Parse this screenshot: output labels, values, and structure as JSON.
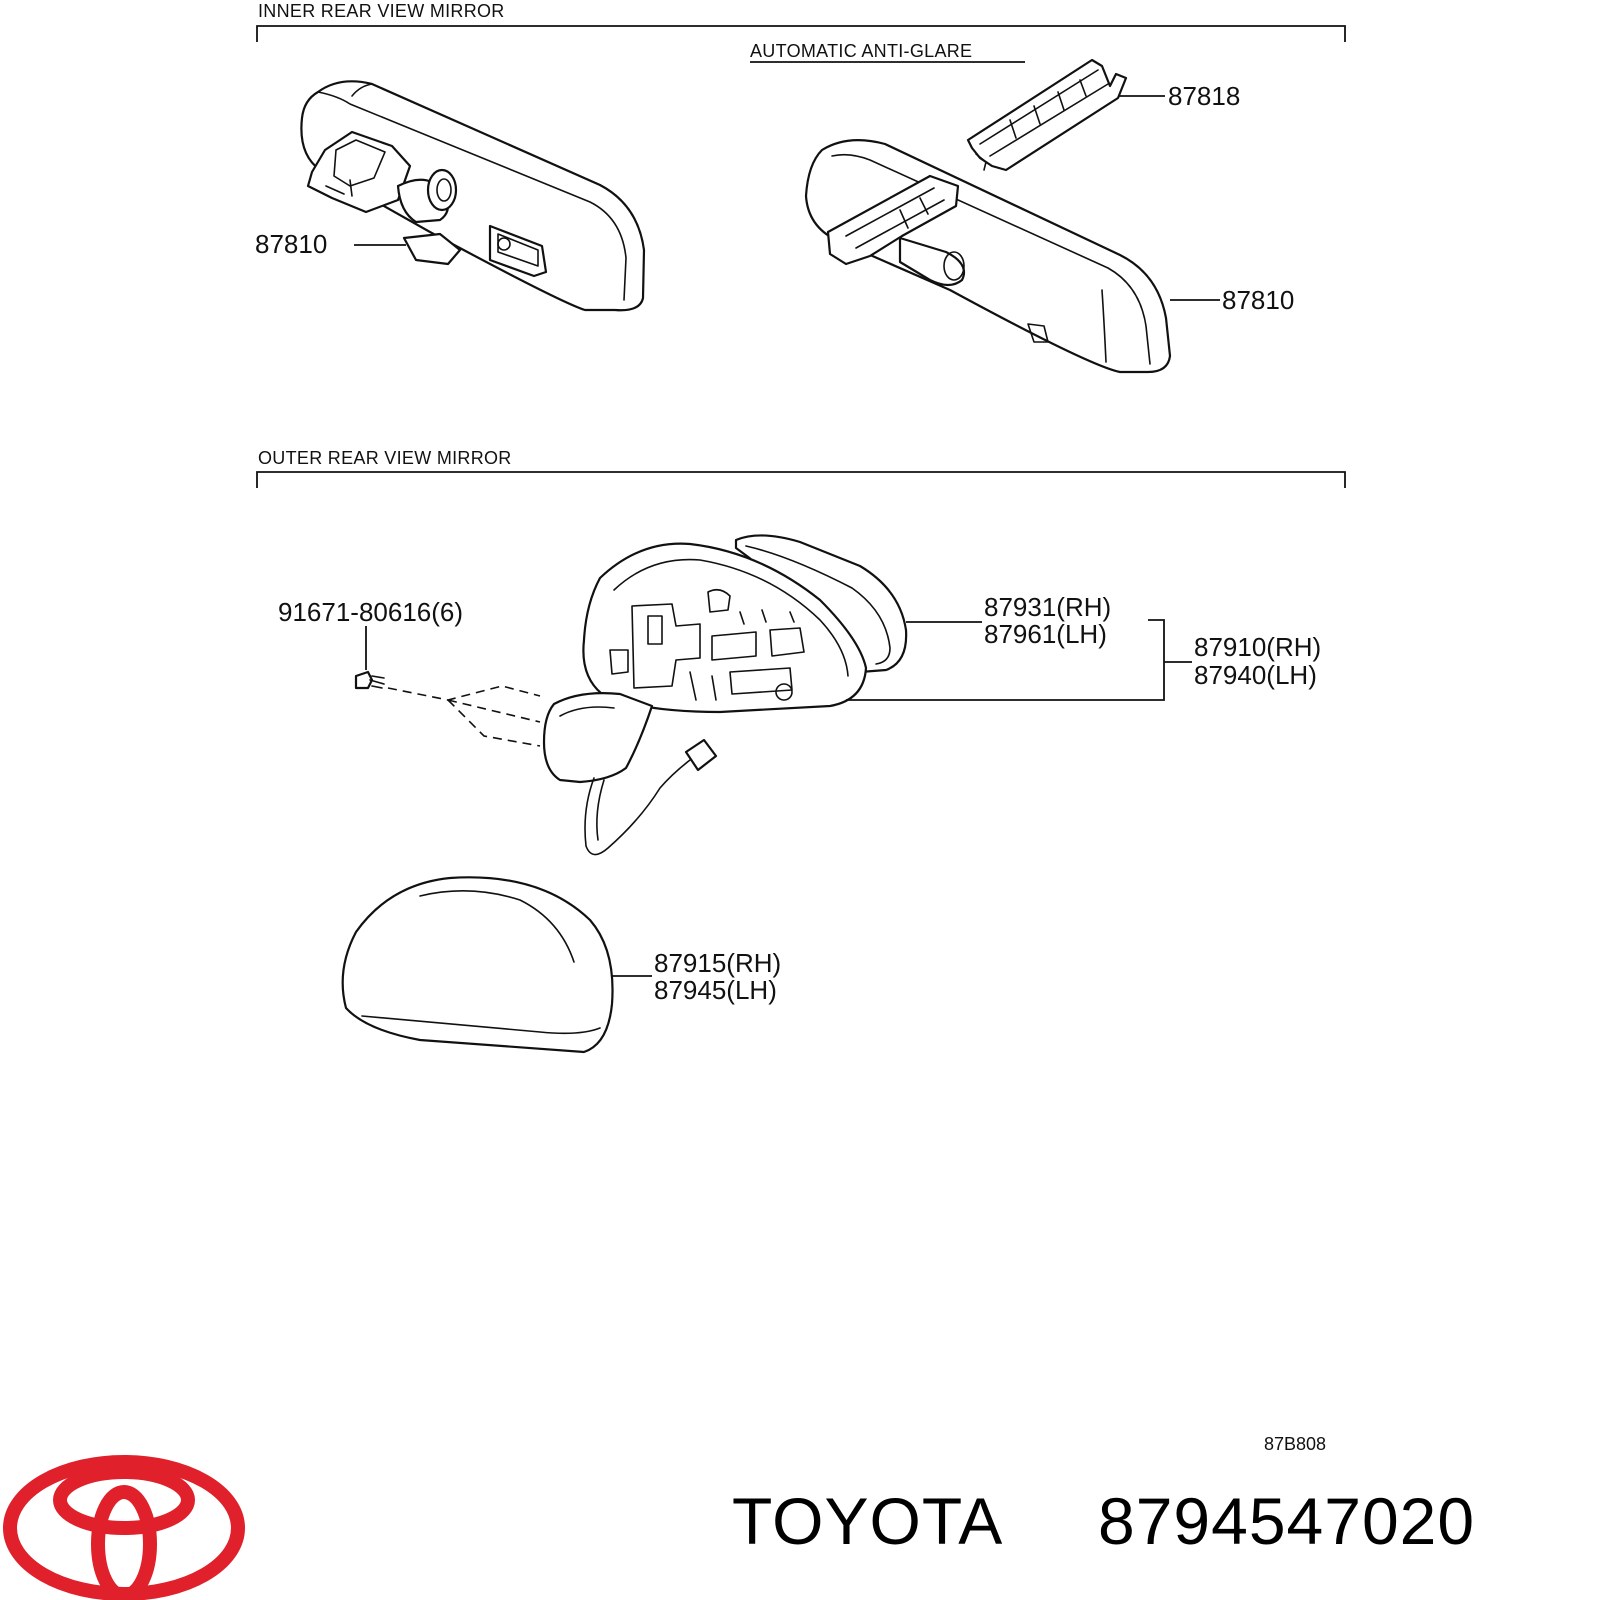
{
  "sections": {
    "inner": {
      "title": "INNER REAR VIEW MIRROR",
      "subtitle": "AUTOMATIC ANTI-GLARE"
    },
    "outer": {
      "title": "OUTER REAR VIEW MIRROR"
    }
  },
  "callouts": {
    "inner_left_mirror": "87810",
    "inner_bracket": "87818",
    "inner_right_mirror": "87810",
    "screw": "91671-80616(6)",
    "glass_rh": "87931(RH)",
    "glass_lh": "87961(LH)",
    "assembly_rh": "87910(RH)",
    "assembly_lh": "87940(LH)",
    "cover_rh": "87915(RH)",
    "cover_lh": "87945(LH)"
  },
  "diagram_code": "87B808",
  "footer": {
    "brand": "TOYOTA",
    "part_number": "8794547020"
  },
  "colors": {
    "logo": "#e0202a",
    "ink": "#111111"
  }
}
